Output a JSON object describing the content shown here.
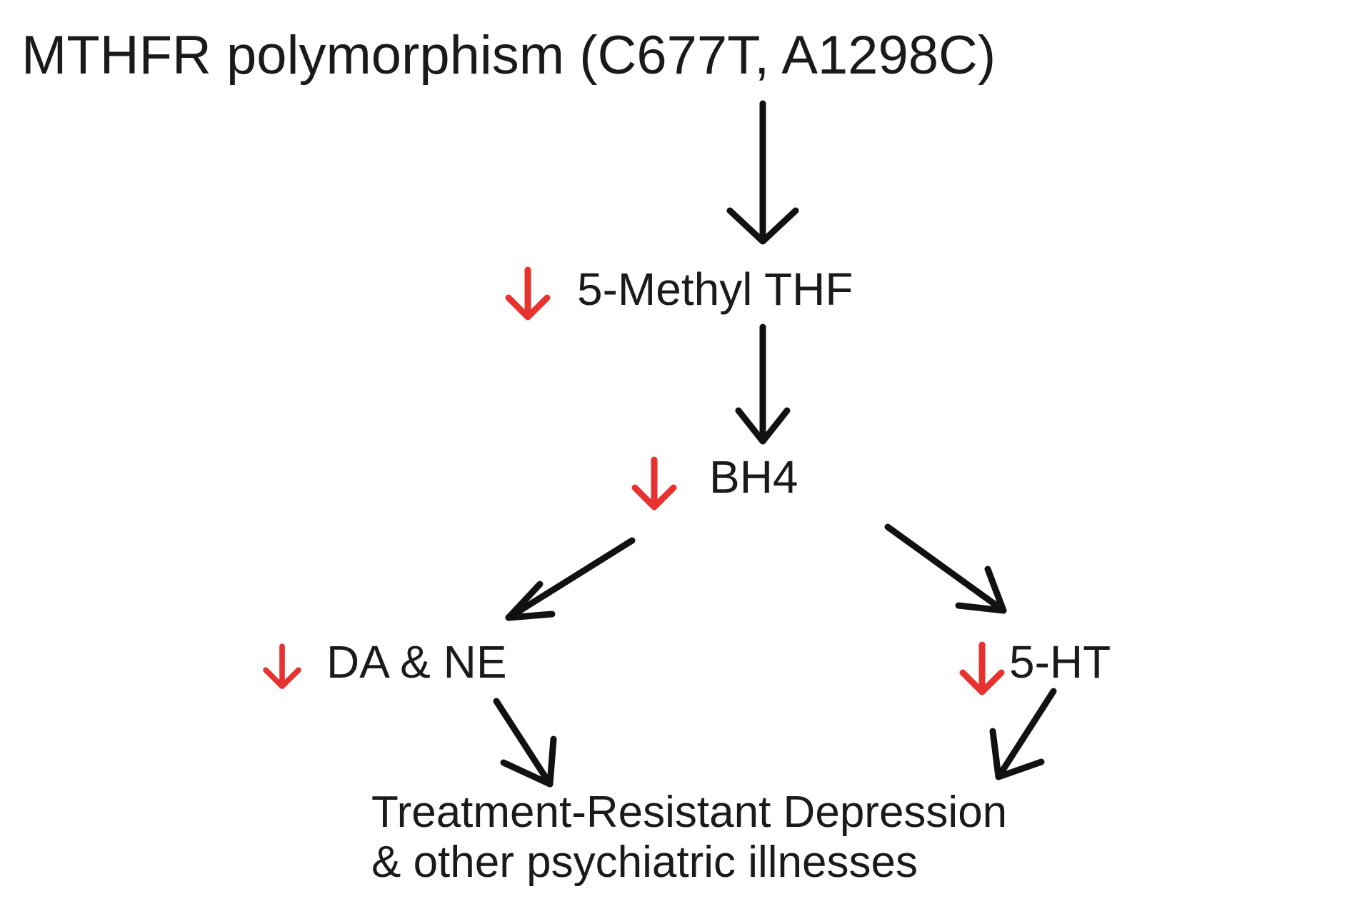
{
  "diagram": {
    "nodes": {
      "mthfr": "MTHFR polymorphism (C677T, A1298C)",
      "methyl_thf": "5-Methyl THF",
      "bh4": "BH4",
      "da_ne": "DA & NE",
      "serotonin": "5-HT",
      "outcome_line1": "Treatment-Resistant Depression",
      "outcome_line2": "& other psychiatric illnesses"
    },
    "decrease_marker": {
      "icon": "down-arrow-icon",
      "color": "#e8322f"
    },
    "edges": [
      {
        "from": "mthfr",
        "to": "methyl_thf"
      },
      {
        "from": "methyl_thf",
        "to": "bh4"
      },
      {
        "from": "bh4",
        "to": "da_ne"
      },
      {
        "from": "bh4",
        "to": "serotonin"
      },
      {
        "from": "da_ne",
        "to": "outcome"
      },
      {
        "from": "serotonin",
        "to": "outcome"
      }
    ],
    "edge_color": "#111111"
  }
}
